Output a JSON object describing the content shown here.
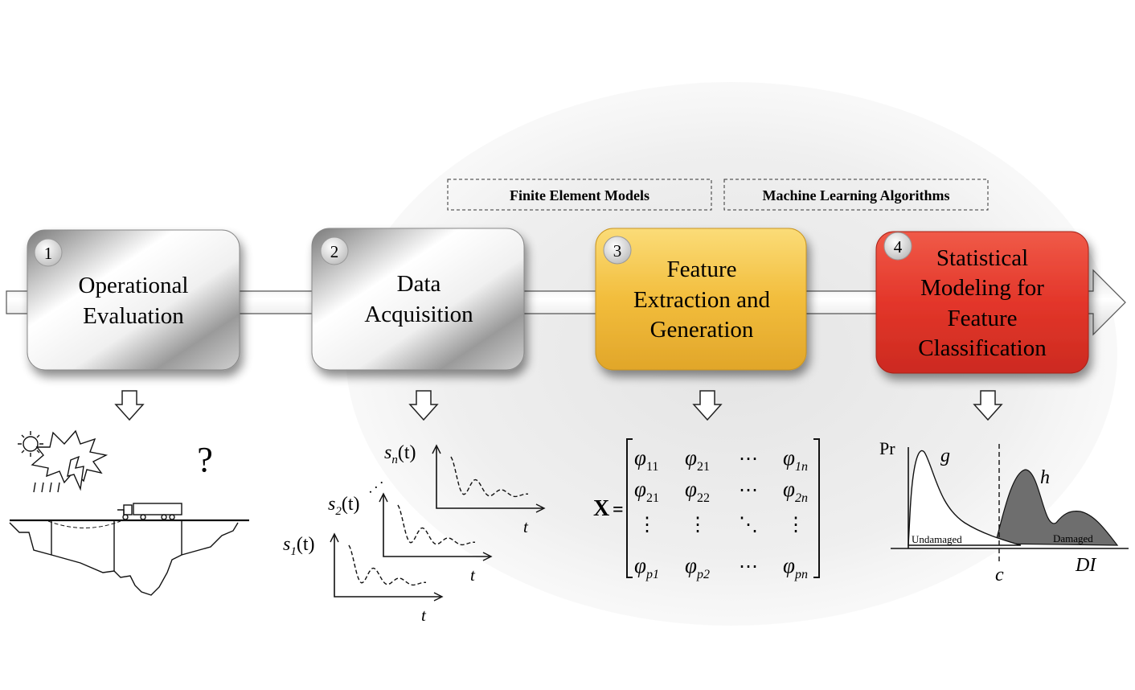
{
  "frameworks": {
    "fem": "Finite Element Models",
    "ml": "Machine Learning Algorithms"
  },
  "steps": [
    {
      "number": "1",
      "lines": [
        "Operational",
        "Evaluation"
      ],
      "color": "#c8c8c8"
    },
    {
      "number": "2",
      "lines": [
        "Data",
        "Acquisition"
      ],
      "color": "#c8c8c8"
    },
    {
      "number": "3",
      "lines": [
        "Feature",
        "Extraction and",
        "Generation"
      ],
      "color": "#f2bd3c"
    },
    {
      "number": "4",
      "lines": [
        "Statistical",
        "Modeling for",
        "Feature",
        "Classification"
      ],
      "color": "#e3362a"
    }
  ],
  "operational": {
    "question_mark": "?"
  },
  "signals": {
    "labels": [
      {
        "base": "s",
        "sub": "n",
        "arg": "(t)"
      },
      {
        "base": "s",
        "sub": "2",
        "arg": "(t)"
      },
      {
        "base": "s",
        "sub": "1",
        "arg": "(t)"
      }
    ],
    "time_axis_label": "t",
    "ellipsis": ". . ."
  },
  "matrix": {
    "name": "X",
    "equals": "=",
    "rows": [
      [
        {
          "s": "11"
        },
        {
          "s": "21"
        },
        {
          "dots": "⋯"
        },
        {
          "s": "1n"
        }
      ],
      [
        {
          "s": "21"
        },
        {
          "s": "22"
        },
        {
          "dots": "⋯"
        },
        {
          "s": "2n"
        }
      ],
      [
        {
          "dots": "⋮"
        },
        {
          "dots": "⋮"
        },
        {
          "dots": "⋱"
        },
        {
          "dots": "⋮"
        }
      ],
      [
        {
          "s": "p1"
        },
        {
          "s": "p2"
        },
        {
          "dots": "⋯"
        },
        {
          "s": "pn"
        }
      ]
    ],
    "symbol": "φ"
  },
  "distribution": {
    "y_label": "Pr",
    "x_label": "DI",
    "threshold_label": "c",
    "undamaged_curve": "g",
    "damaged_curve": "h",
    "undamaged_region": "Undamaged",
    "damaged_region": "Damaged"
  }
}
